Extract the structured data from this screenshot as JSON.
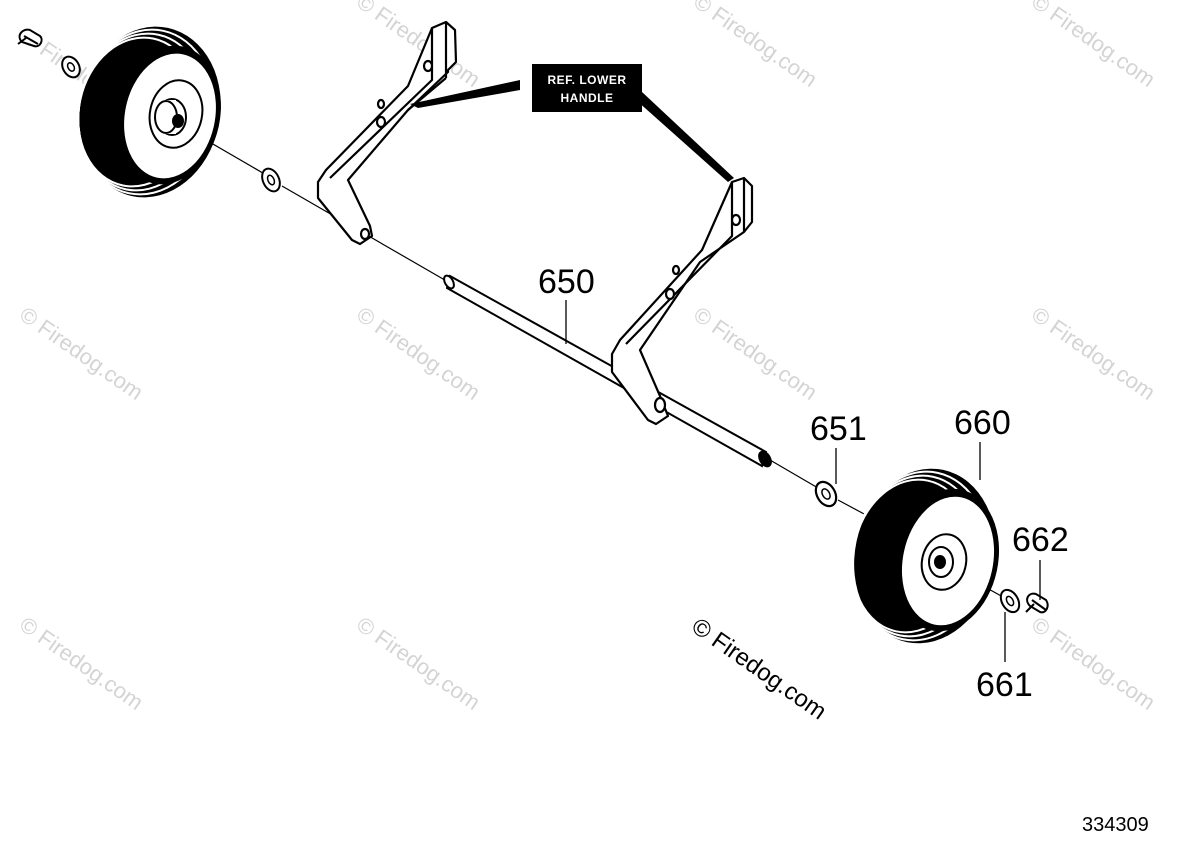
{
  "watermark": {
    "text": "© Firedog.com"
  },
  "reference_label": {
    "line1": "REF. LOWER",
    "line2": "HANDLE"
  },
  "parts": [
    {
      "id": "axle",
      "label": "650"
    },
    {
      "id": "washer",
      "label": "651"
    },
    {
      "id": "wheel",
      "label": "660"
    },
    {
      "id": "inner-washer",
      "label": "661"
    },
    {
      "id": "clip",
      "label": "662"
    }
  ],
  "copyright_text": "© Firedog.com",
  "figure_number": "334309"
}
